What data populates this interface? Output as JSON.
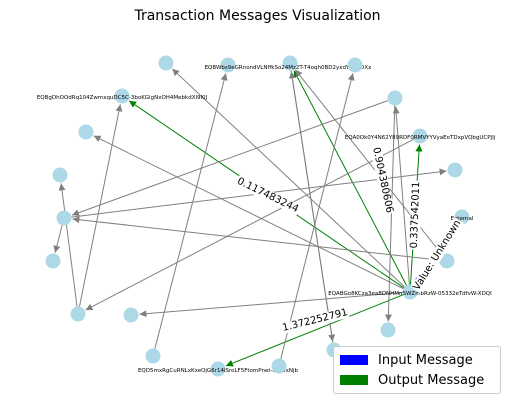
{
  "title": "Transaction Messages Visualization",
  "colors": {
    "node": "#add8e6",
    "edge": "#808080",
    "input": "#0000ff",
    "output": "#008000"
  },
  "legend": [
    {
      "label": "Input Message",
      "color": "#0000ff"
    },
    {
      "label": "Output Message",
      "color": "#008000"
    }
  ],
  "nodes": [
    {
      "id": "n_top1",
      "label": ""
    },
    {
      "id": "n_top2",
      "label": ""
    },
    {
      "id": "n_eqbw",
      "label": "EQBWbs9eGRnondVLNffkSo24Mz2T-T4oqh0BD2yxdYswEDXx"
    },
    {
      "id": "n_top4",
      "label": ""
    },
    {
      "id": "n_eqbg",
      "label": "EQBgDhOOdRq104ZwmxquDC5C-3boKGlgNxOH4MebkdXl9l0J"
    },
    {
      "id": "n_r1",
      "label": ""
    },
    {
      "id": "n_eqa0",
      "label": "EQA0Ok0Y4N62Y89RDF0RMVYYVyaEoTDxpVQbgUCPJlj"
    },
    {
      "id": "n_l1",
      "label": ""
    },
    {
      "id": "n_l2",
      "label": ""
    },
    {
      "id": "n_l3",
      "label": ""
    },
    {
      "id": "n_l4",
      "label": ""
    },
    {
      "id": "n_r2",
      "label": ""
    },
    {
      "id": "n_ext",
      "label": "External"
    },
    {
      "id": "n_r3",
      "label": ""
    },
    {
      "id": "n_eqab",
      "label": "EQABGo8KCza3ea8DNHMnSWZmbRzW-05332eTdfvW-XDQI"
    },
    {
      "id": "n_b1",
      "label": ""
    },
    {
      "id": "n_b2",
      "label": ""
    },
    {
      "id": "n_b3",
      "label": ""
    },
    {
      "id": "n_b4",
      "label": ""
    },
    {
      "id": "n_b5",
      "label": ""
    },
    {
      "id": "n_eqd5",
      "label": "EQD5mxRgCuRNLxKxeOjG6r14iSroLF5FtomPnet-sgP5xNjb"
    },
    {
      "id": "n_b6",
      "label": ""
    }
  ],
  "edges": [
    {
      "from": "n_eqab",
      "to": "n_eqbg",
      "type": "output",
      "label": "0.117483244"
    },
    {
      "from": "n_eqab",
      "to": "n_eqbw",
      "type": "output",
      "label": "0.904380606"
    },
    {
      "from": "n_eqab",
      "to": "n_eqa0",
      "type": "output",
      "label": "0.337542011"
    },
    {
      "from": "n_eqab",
      "to": "n_eqd5",
      "type": "output",
      "label": "1.372252791"
    },
    {
      "from": "n_ext",
      "to": "n_eqab",
      "type": "input",
      "label": "Value: Unknown"
    },
    {
      "from": "n_eqab",
      "to": "n_top1",
      "type": "plain",
      "label": ""
    },
    {
      "from": "n_eqab",
      "to": "n_l1",
      "type": "plain",
      "label": ""
    },
    {
      "from": "n_eqab",
      "to": "n_b3",
      "type": "plain",
      "label": ""
    },
    {
      "from": "n_eqab",
      "to": "n_r1",
      "type": "plain",
      "label": ""
    },
    {
      "from": "n_r3",
      "to": "n_eqbw",
      "type": "plain",
      "label": ""
    },
    {
      "from": "n_r3",
      "to": "n_l3",
      "type": "plain",
      "label": ""
    },
    {
      "from": "n_b2",
      "to": "n_l2",
      "type": "plain",
      "label": ""
    },
    {
      "from": "n_b2",
      "to": "n_eqbg",
      "type": "plain",
      "label": ""
    },
    {
      "from": "n_b4",
      "to": "n_top2",
      "type": "plain",
      "label": ""
    },
    {
      "from": "n_b5",
      "to": "n_eqbw",
      "type": "plain",
      "label": ""
    },
    {
      "from": "n_l3",
      "to": "n_r2",
      "type": "plain",
      "label": ""
    },
    {
      "from": "n_r1",
      "to": "n_l3",
      "type": "plain",
      "label": ""
    },
    {
      "from": "n_l3",
      "to": "n_l4",
      "type": "plain",
      "label": ""
    },
    {
      "from": "n_b6",
      "to": "n_top4",
      "type": "plain",
      "label": ""
    },
    {
      "from": "n_r1",
      "to": "n_b1",
      "type": "plain",
      "label": ""
    },
    {
      "from": "n_eqa0",
      "to": "n_b2",
      "type": "plain",
      "label": ""
    },
    {
      "from": "n_eqbw",
      "to": "n_b5",
      "type": "plain",
      "label": ""
    }
  ]
}
